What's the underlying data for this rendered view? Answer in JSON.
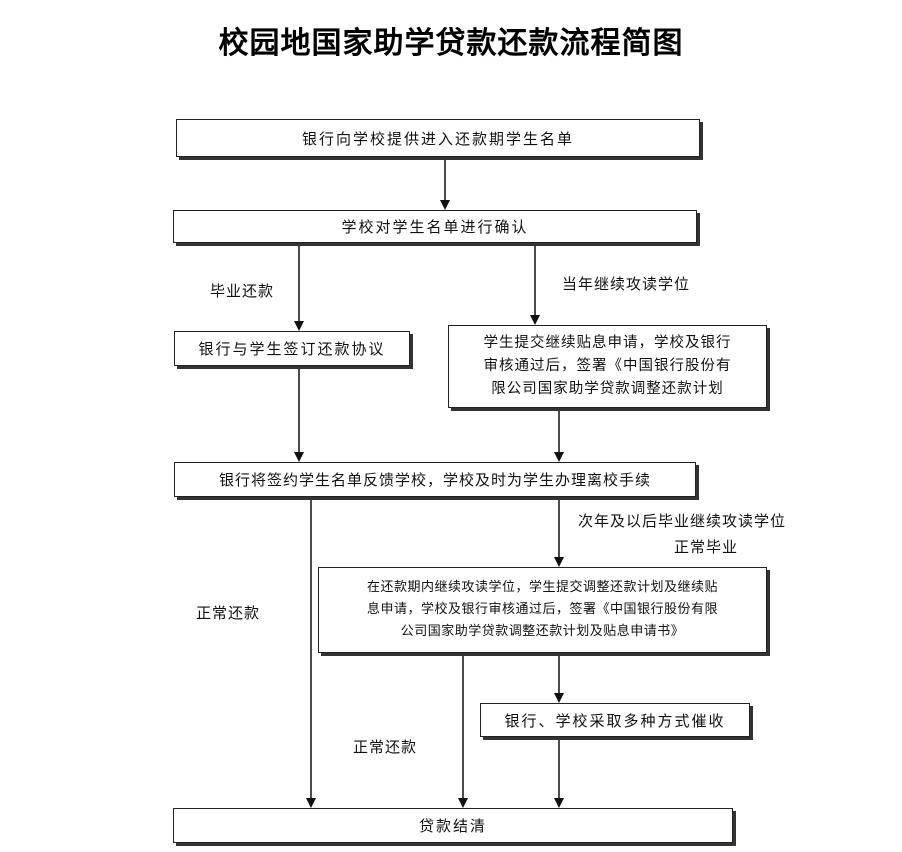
{
  "title": "校园地国家助学贷款还款流程简图",
  "boxes": {
    "bank_provides_list": "银行向学校提供进入还款期学生名单",
    "school_confirms": "学校对学生名单进行确认",
    "sign_agreement": "银行与学生签订还款协议",
    "continue_study_apply": [
      "学生提交继续贴息申请，学校及银行",
      "审核通过后，签署《中国银行股份有",
      "限公司国家助学贷款调整还款计划"
    ],
    "feedback_to_school": "银行将签约学生名单反馈学校，学校及时为学生办理离校手续",
    "in_period_continue": [
      "在还款期内继续攻读学位，学生提交调整还款计划及继续贴",
      "息申请，学校及银行审核通过后，签署《中国银行股份有限",
      "公司国家助学贷款调整还款计划及贴息申请书》"
    ],
    "collection": "银行、学校采取多种方式催收",
    "loan_settled": "贷款结清"
  },
  "labels": {
    "graduate_repay": "毕业还款",
    "continue_study_year": "当年继续攻读学位",
    "next_year_continue": "次年及以后毕业继续攻读学位",
    "normal_graduation": "正常毕业",
    "normal_repay_left": "正常还款",
    "normal_repay_mid": "正常还款"
  }
}
